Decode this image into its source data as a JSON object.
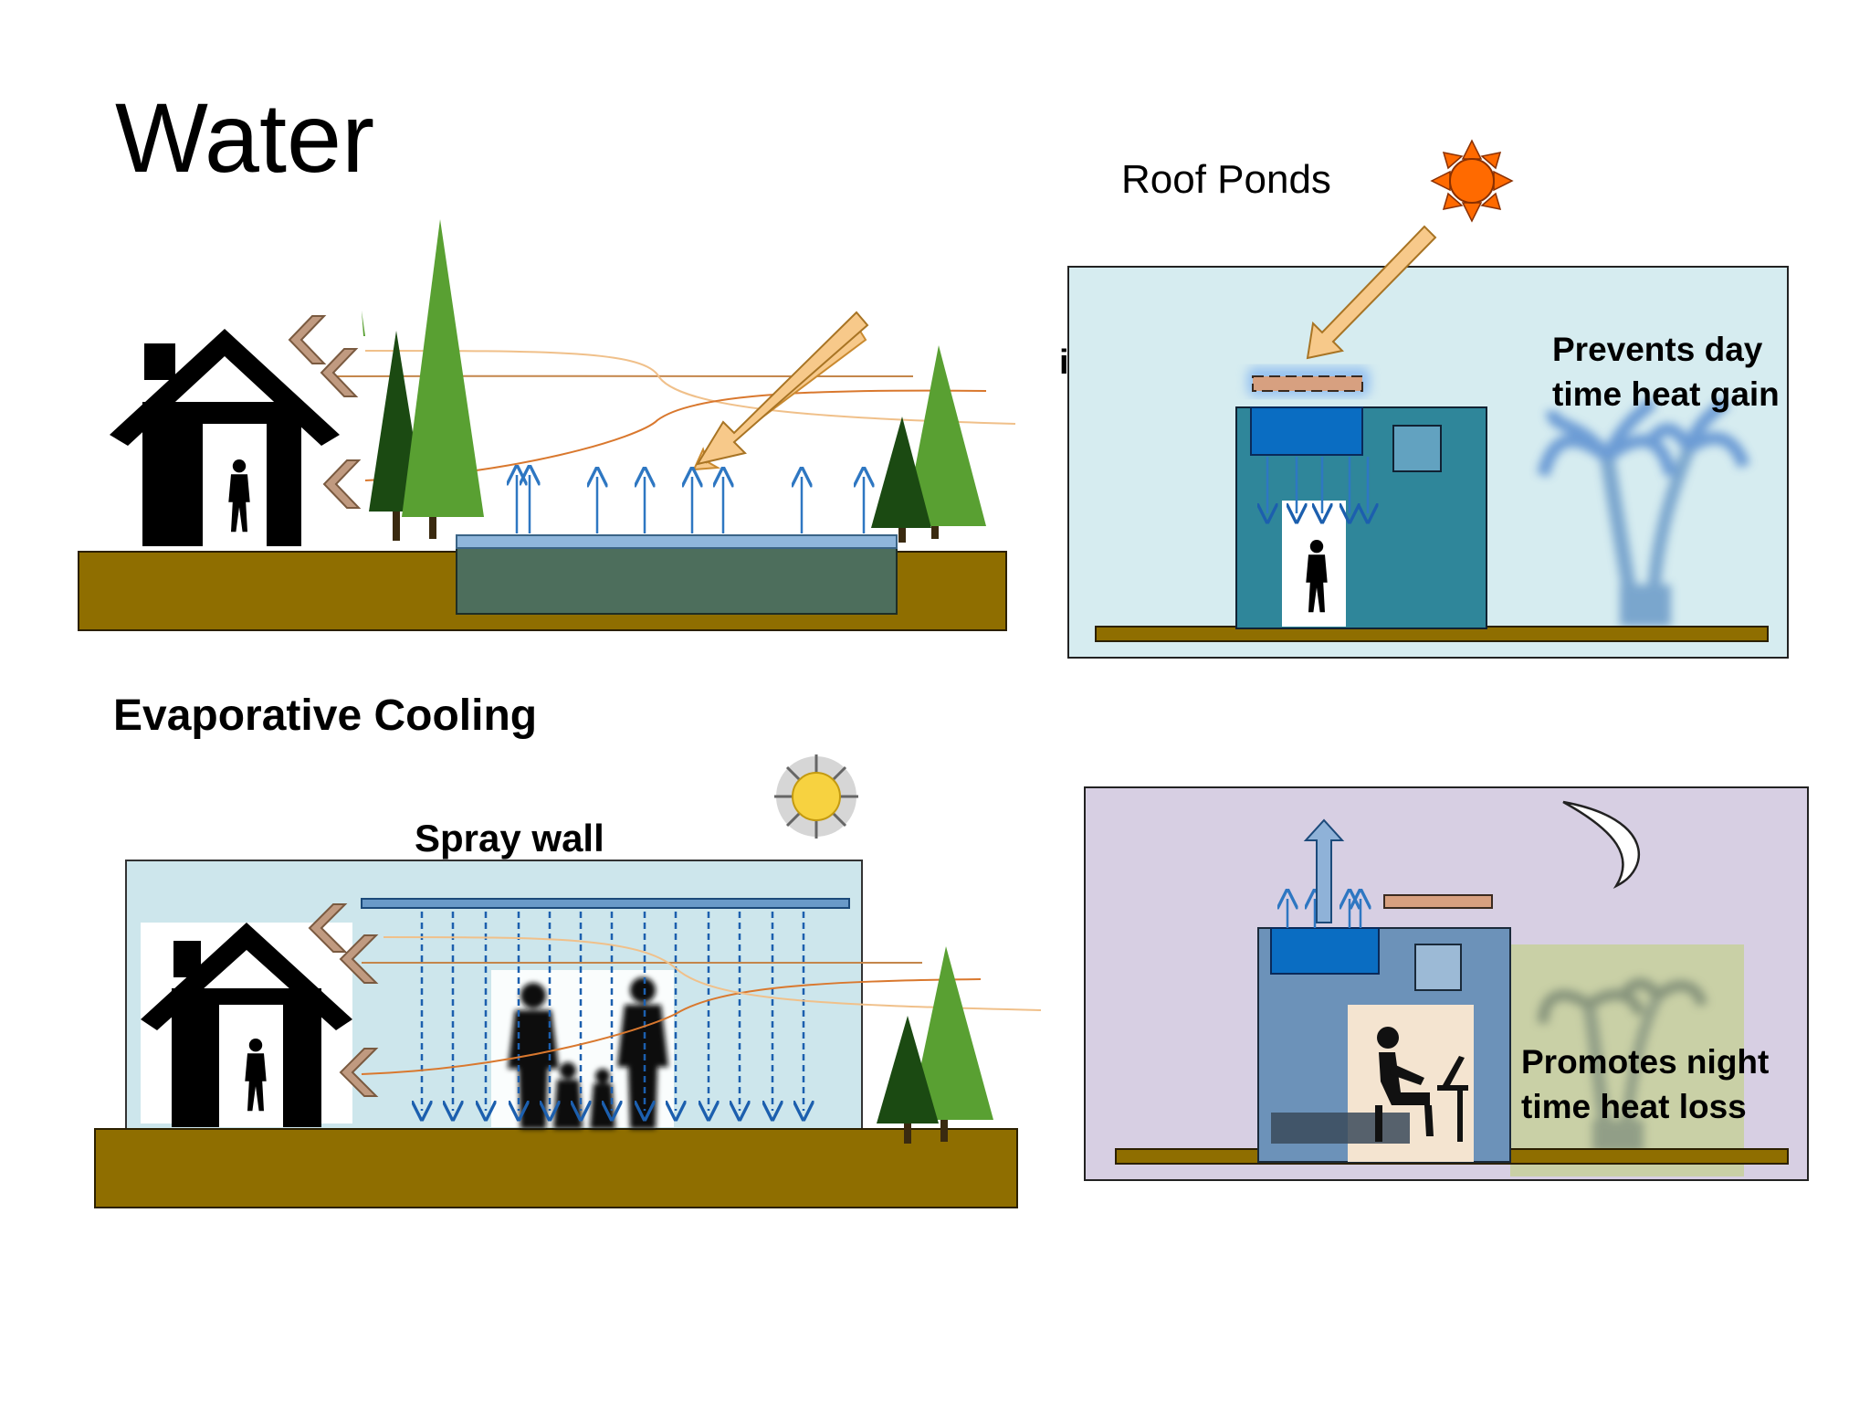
{
  "slide": {
    "title": "Water",
    "roof_ponds_title": "Roof Ponds",
    "evaporative_cooling_title": "Evaporative Cooling",
    "spray_wall_label": "Spray wall",
    "insulation_label": "insulation",
    "day_caption": "Prevents day time heat gain",
    "night_caption": "Promotes night time heat loss"
  },
  "colors": {
    "ground": "#8f6e00",
    "pond_water": "#4d6e5c",
    "pond_surface": "#8fb6db",
    "sky_day_panel": "#d6ecf0",
    "sky_night_panel": "#d7cfe3",
    "building_day": "#2f869a",
    "building_night": "#6c92b9",
    "water_tank": "#0a6dc2",
    "up_arrow": "#2e77c2",
    "sun_arrow_fill": "#f7c98a",
    "wind_chevron": "#c09a80",
    "tree_light": "#59a032",
    "tree_dark": "#1b4a12",
    "sun_orange": "#ff6a00"
  },
  "icons": [
    "house-icon",
    "person-icon",
    "tree-icon",
    "sun-icon",
    "moon-icon",
    "palm-tree-icon",
    "family-silhouette-icon",
    "desk-worker-icon",
    "arrow-icon",
    "wind-chevron-icon"
  ]
}
